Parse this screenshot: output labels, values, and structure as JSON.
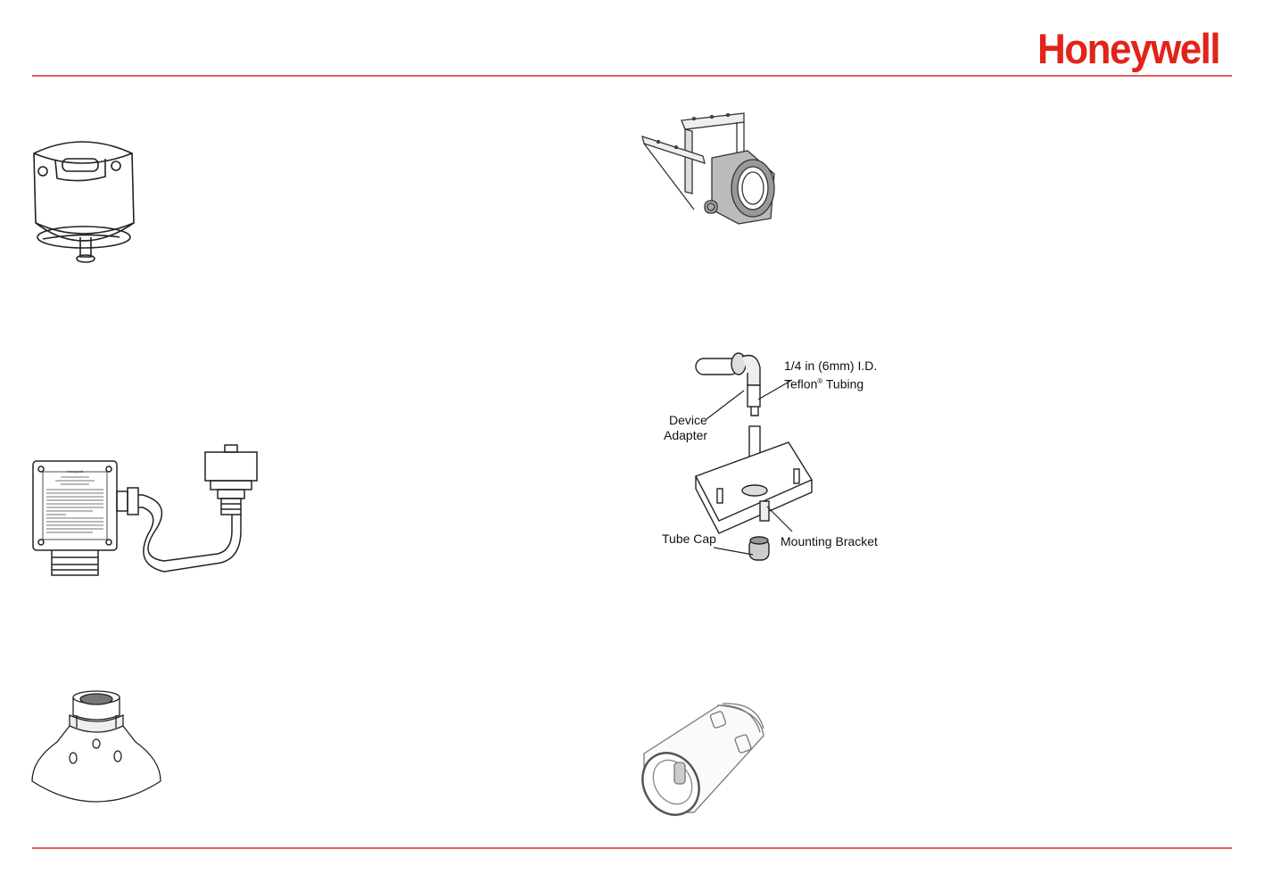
{
  "header": {
    "brand": "Honeywell",
    "brand_color": "#e2231a"
  },
  "rule_color": "#e06060",
  "figures": [
    {
      "name": "weather-protection-cap"
    },
    {
      "name": "duct-mount-bracket"
    },
    {
      "name": "remote-sensor-junction-box",
      "plate_title": "Honeywell"
    },
    {
      "name": "flow-cell-kit",
      "labels": {
        "tubing_line1": "1/4 in (6mm) I.D.",
        "tubing_line2_a": "Teflon",
        "tubing_line2_reg": "®",
        "tubing_line2_b": " Tubing",
        "adapter_line1": "Device",
        "adapter_line2": "Adapter",
        "tube_cap": "Tube Cap",
        "mounting_bracket": "Mounting Bracket"
      }
    },
    {
      "name": "collecting-cone"
    },
    {
      "name": "splash-guard"
    }
  ]
}
